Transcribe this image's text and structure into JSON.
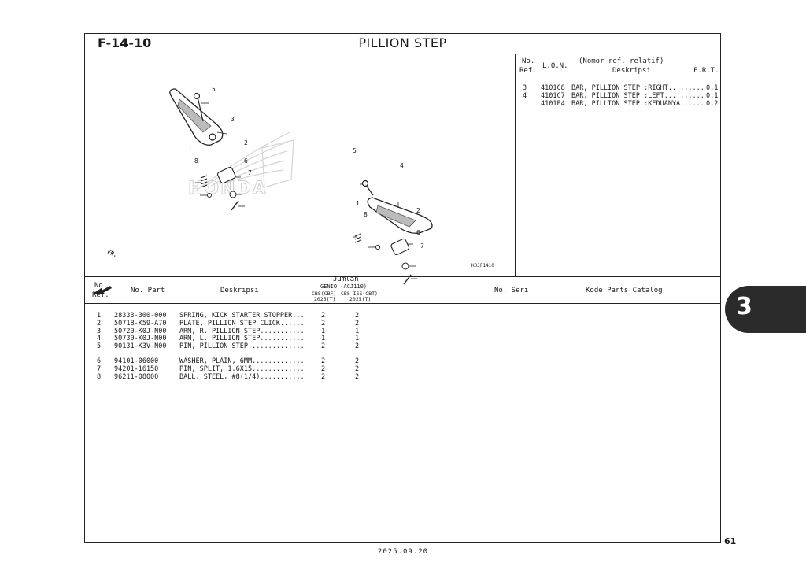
{
  "header": {
    "code": "F-14-10",
    "title": "PILLION STEP"
  },
  "diagram": {
    "watermark": "HONDA",
    "callouts": [
      "5",
      "3",
      "1",
      "2",
      "8",
      "6",
      "7",
      "5",
      "4",
      "1",
      "2",
      "8",
      "6",
      "7"
    ],
    "fr_label": "FR.",
    "figure_code": "K0JF1410"
  },
  "lon_table": {
    "headers": {
      "no": "No.",
      "ref": "Ref.",
      "lon": "L.O.N.",
      "rel": "(Nomor ref. relatif)",
      "desc": "Deskripsi",
      "frt": "F.R.T."
    },
    "rows": [
      {
        "ref": "3",
        "lon": "4101C8",
        "desc": "BAR, PILLION STEP :RIGHT.........",
        "frt": "0,1"
      },
      {
        "ref": "4",
        "lon": "4101C7",
        "desc": "BAR, PILLION STEP :LEFT..........",
        "frt": "0,1"
      },
      {
        "ref": "",
        "lon": "4101P4",
        "desc": "BAR, PILLION STEP :KEDUANYA......",
        "frt": "0,2"
      }
    ]
  },
  "parts_table": {
    "headers": {
      "no": "No.",
      "ref": "Ref.",
      "part": "No. Part",
      "desc": "Deskripsi",
      "jumlah": "Jumlah",
      "model": "GENIO (ACJ110)",
      "col1": "CBS(CBF)",
      "col1_year": "2025(T)",
      "col2": "CBS ISS(CBT)",
      "col2_year": "2025(T)",
      "seri": "No. Seri",
      "catalog": "Kode Parts Catalog"
    },
    "rows": [
      {
        "ref": "1",
        "part": "28333-300-000",
        "desc": "SPRING, KICK STARTER STOPPER...",
        "q1": "2",
        "q2": "2"
      },
      {
        "ref": "2",
        "part": "50718-K59-A70",
        "desc": "PLATE, PILLION STEP CLICK......",
        "q1": "2",
        "q2": "2"
      },
      {
        "ref": "3",
        "part": "50720-K0J-N00",
        "desc": "ARM, R. PILLION STEP...........",
        "q1": "1",
        "q2": "1"
      },
      {
        "ref": "4",
        "part": "50730-K0J-N00",
        "desc": "ARM, L. PILLION STEP...........",
        "q1": "1",
        "q2": "1"
      },
      {
        "ref": "5",
        "part": "90131-K3V-N00",
        "desc": "PIN, PILLION STEP..............",
        "q1": "2",
        "q2": "2"
      },
      {
        "ref": "6",
        "part": "94101-06000",
        "desc": "WASHER, PLAIN, 6MM.............",
        "q1": "2",
        "q2": "2"
      },
      {
        "ref": "7",
        "part": "94201-16150",
        "desc": "PIN, SPLIT, 1.6X15.............",
        "q1": "2",
        "q2": "2"
      },
      {
        "ref": "8",
        "part": "96211-08000",
        "desc": "BALL, STEEL, #8(1/4)...........",
        "q1": "2",
        "q2": "2"
      }
    ]
  },
  "section_tab": "3",
  "page_number": "61",
  "footer_date": "2025.09.20"
}
